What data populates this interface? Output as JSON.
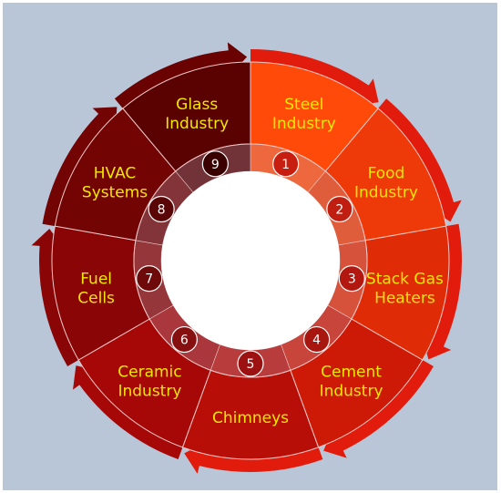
{
  "segments": [
    {
      "number": "1",
      "lines": [
        "Steel",
        "Industry"
      ],
      "color": "#ff4a0a",
      "badge": "#c81e10"
    },
    {
      "number": "2",
      "lines": [
        "Food",
        "Industry"
      ],
      "color": "#ee3a08",
      "badge": "#c01e10"
    },
    {
      "number": "3",
      "lines": [
        "Stack Gas",
        "Heaters"
      ],
      "color": "#e02c06",
      "badge": "#b21810"
    },
    {
      "number": "4",
      "lines": [
        "Cement",
        "Industry"
      ],
      "color": "#cc1a06",
      "badge": "#a81610"
    },
    {
      "number": "5",
      "lines": [
        "Chimneys"
      ],
      "color": "#b80e08",
      "badge": "#9c1212"
    },
    {
      "number": "6",
      "lines": [
        "Ceramic",
        "Industry"
      ],
      "color": "#a60808",
      "badge": "#861010"
    },
    {
      "number": "7",
      "lines": [
        "Fuel",
        "Cells"
      ],
      "color": "#8a0606",
      "badge": "#6e0a0a"
    },
    {
      "number": "8",
      "lines": [
        "HVAC",
        "Systems"
      ],
      "color": "#720404",
      "badge": "#5a0606"
    },
    {
      "number": "9",
      "lines": [
        "Glass",
        "Industry"
      ],
      "color": "#5a0202",
      "badge": "#3a0000"
    }
  ],
  "colors": {
    "background": "#b9c6d8",
    "label": "#f2e800",
    "divider": "#f0c8c8",
    "arrow_light": "#e21c0c",
    "arrow_dark": "#6a0202",
    "inner_ring": "#b01c1c"
  }
}
